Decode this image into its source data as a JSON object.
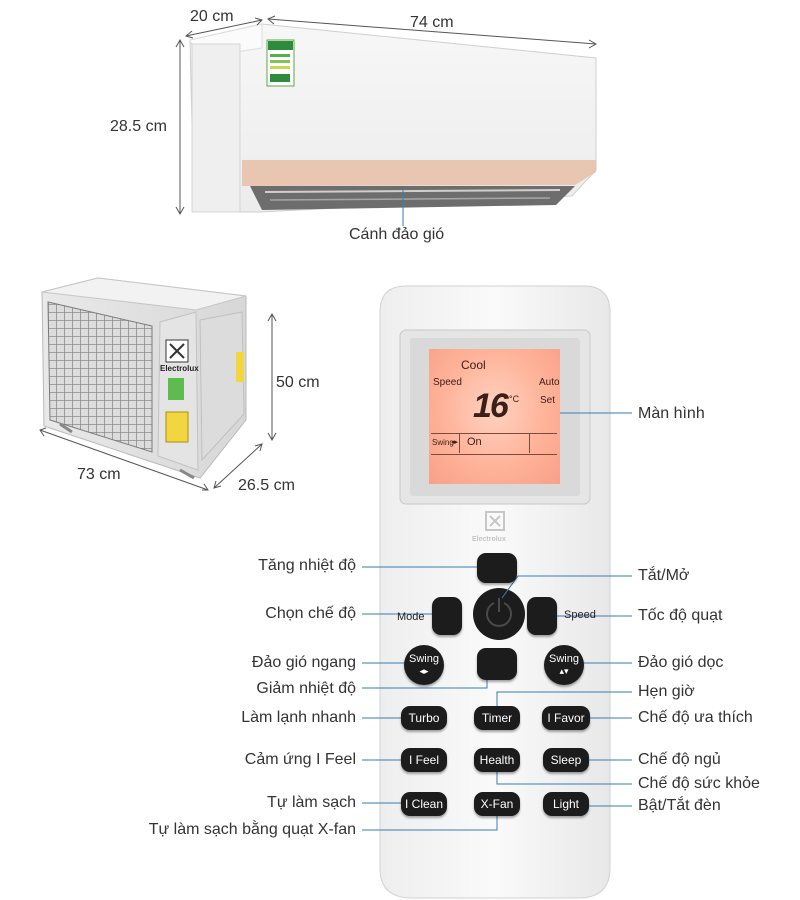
{
  "colors": {
    "lcd": "#ffb39a",
    "button": "#1c1c1c",
    "line": "#3a7bb5",
    "dim_line": "#555555",
    "accent_stripe": "#e6b89c"
  },
  "indoor_unit": {
    "depth": "20 cm",
    "width": "74 cm",
    "height": "28.5 cm",
    "louver_label": "Cánh đảo gió"
  },
  "outdoor_unit": {
    "height": "50 cm",
    "width": "73 cm",
    "depth": "26.5 cm",
    "brand": "Electrolux"
  },
  "remote": {
    "brand": "Electrolux",
    "display": {
      "mode": "Cool",
      "speed_label": "Speed",
      "speed_value": "Auto",
      "temperature": "16",
      "unit": "°C",
      "set": "Set",
      "swing_label": "Swing",
      "swing_value": "On"
    },
    "buttons": {
      "mode": "Mode",
      "speed": "Speed",
      "swing_h": "Swing",
      "swing_v": "Swing",
      "turbo": "Turbo",
      "timer": "Timer",
      "ifavor": "I Favor",
      "ifeel": "I Feel",
      "health": "Health",
      "sleep": "Sleep",
      "iclean": "I Clean",
      "xfan": "X-Fan",
      "light": "Light"
    }
  },
  "callouts": {
    "screen": "Màn hình",
    "temp_up": "Tăng nhiệt độ",
    "power": "Tắt/Mở",
    "mode": "Chọn chế độ",
    "fan_speed": "Tốc độ quạt",
    "swing_h": "Đảo gió ngang",
    "swing_v": "Đảo gió dọc",
    "temp_down": "Giảm nhiệt độ",
    "timer": "Hẹn giờ",
    "turbo": "Làm lạnh nhanh",
    "favorite": "Chế độ ưa thích",
    "ifeel": "Cảm ứng I Feel",
    "sleep": "Chế độ ngủ",
    "health": "Chế độ sức khỏe",
    "iclean": "Tự làm sạch",
    "light": "Bật/Tắt đèn",
    "xfan": "Tự làm sạch bằng quạt X-fan"
  }
}
